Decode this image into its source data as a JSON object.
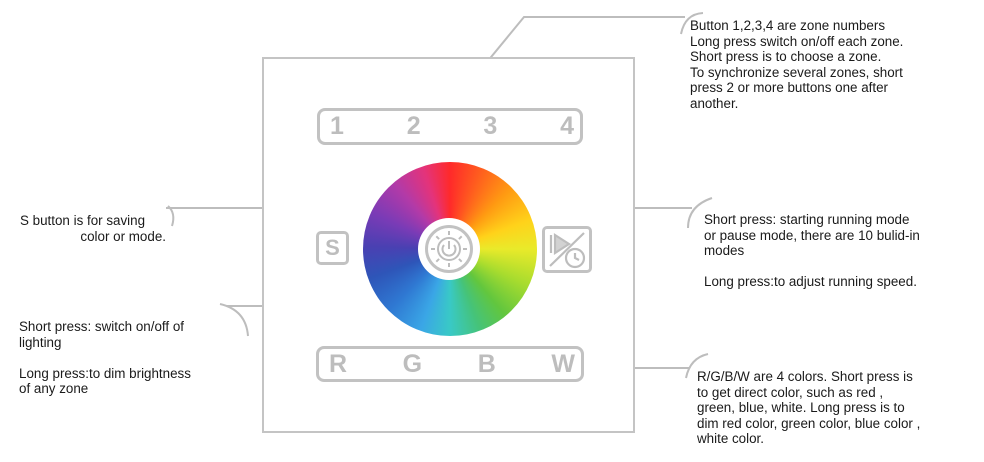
{
  "zone_buttons": [
    "1",
    "2",
    "3",
    "4"
  ],
  "color_buttons": [
    "R",
    "G",
    "B",
    "W"
  ],
  "save_button_label": "S",
  "callouts": {
    "zones": [
      "Button 1,2,3,4 are zone numbers",
      "Long press switch on/off each zone.",
      "Short press is to choose a zone.",
      "To synchronize several zones, short",
      "press 2 or more buttons one after",
      "another."
    ],
    "save": [
      "S button is for saving",
      "color or mode."
    ],
    "mode": [
      "Short press: starting running mode",
      "or pause mode, there are 10 bulid-in",
      "modes",
      "",
      "Long press:to adjust running speed."
    ],
    "power": [
      "Short press: switch on/off of",
      "lighting",
      "",
      "Long press:to dim brightness",
      "of any zone"
    ],
    "colors": [
      "R/G/B/W are 4 colors. Short press is",
      "to get direct color, such as red ,",
      "green, blue, white. Long press is to",
      "dim red color, green color, blue color ,",
      "white color."
    ]
  },
  "colors": {
    "line": "#bdbdbd",
    "button_text": "#bdbdbd",
    "border": "#c2c2c2"
  },
  "icons": {
    "power": "power-sun-icon",
    "mode": "play-timer-icon"
  }
}
